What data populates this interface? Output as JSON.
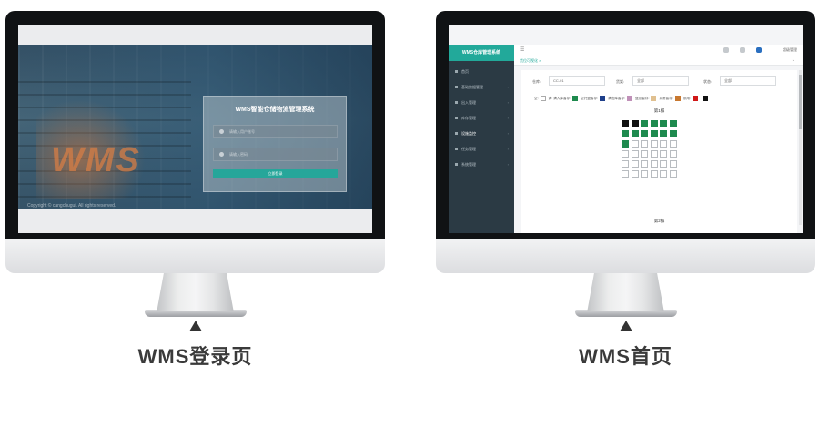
{
  "left": {
    "login": {
      "title": "WMS智能仓储物流管理系统",
      "username_placeholder": "请输入用户账号",
      "password_placeholder": "请输入密码",
      "login_button": "立即登录",
      "background_text": "WMS",
      "footer": "Copyright © cangchugui. All rights reserved."
    },
    "caption": "WMS登录页"
  },
  "right": {
    "dashboard": {
      "app_title": "WMS仓库管理系统",
      "menu_icon": "hamburger-icon",
      "user_name": "超级管理",
      "tab": "货位可视化 ×",
      "sidebar": [
        "首页",
        "基础数据管理",
        "出入管理",
        "库存管理",
        "设施监控",
        "任务管理",
        "系统管理"
      ],
      "filters": [
        {
          "label": "仓库:",
          "value": "CC-01"
        },
        {
          "label": "货架:",
          "value": "全部"
        },
        {
          "label": "状态:",
          "value": "全部"
        }
      ],
      "legend": [
        {
          "label": "空:",
          "color": "#ffffff"
        },
        {
          "label": "满:",
          "color": ""
        },
        {
          "label": "满入库暂存:",
          "color": "#1e8a4e"
        },
        {
          "label": "空托盘暂存:",
          "color": "#1e3f8a"
        },
        {
          "label": "满出库暂存:",
          "color": "#c090b8"
        },
        {
          "label": "盘点暂存:",
          "color": "#e0c090"
        },
        {
          "label": "异常暂存:",
          "color": "#c87830"
        },
        {
          "label": "禁用:",
          "color": "#d01818"
        },
        {
          "label": "",
          "color": "#111111"
        }
      ],
      "row1_title": "第1排",
      "row2_title": "第2排"
    },
    "caption": "WMS首页"
  },
  "colors": {
    "accent": "#22a99a",
    "sidebar": "#2b3a44",
    "occupied": "#1e8a4e",
    "black": "#111111"
  }
}
